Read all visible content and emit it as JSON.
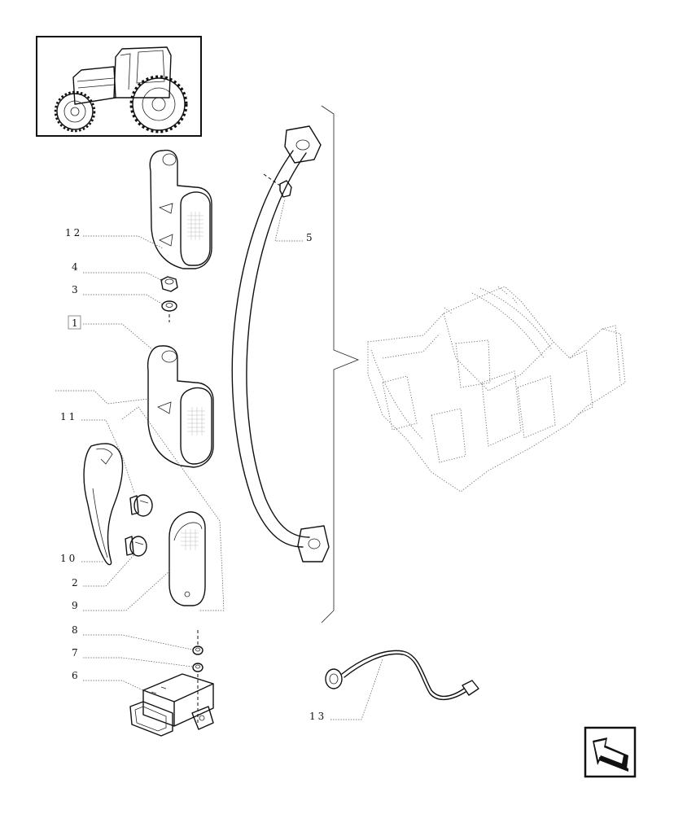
{
  "callouts": {
    "c1": "1",
    "c2": "2",
    "c3": "3",
    "c4": "4",
    "c5": "5",
    "c6": "6",
    "c7": "7",
    "c8": "8",
    "c9": "9",
    "c10": "10",
    "c11": "11",
    "c12": "12",
    "c13": "13"
  },
  "icons": {
    "thumbnail": "tractor-thumbnail",
    "nav": "next-page-arrow-icon"
  }
}
